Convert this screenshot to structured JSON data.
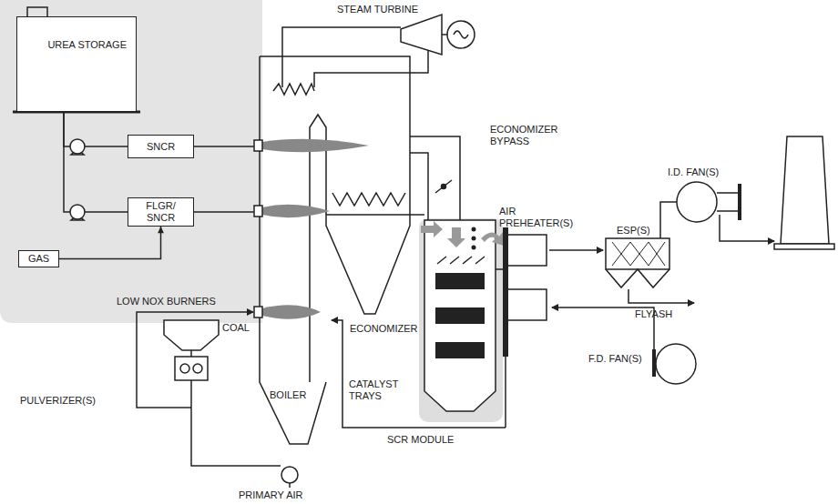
{
  "diagram": {
    "nodes": [
      {
        "text": [
          "UREA STORAGE"
        ]
      },
      {
        "text": [
          "SNCR"
        ]
      },
      {
        "text": [
          "FLGR/ SNCR"
        ]
      },
      {
        "text": [
          "GAS"
        ]
      }
    ],
    "edges": [
      {
        "from": 0,
        "to": 1,
        "arrow": "none"
      },
      {
        "from": 0,
        "to": 2,
        "arrow": "none"
      },
      {
        "from": 3,
        "to": 2,
        "arrow": "to"
      }
    ],
    "labels": [
      "STEAM TURBINE",
      "ECONOMIZER BYPASS",
      "AIR PREHEATER(S)",
      "I.D. FAN(S)",
      "ESP(S)",
      "FLYASH",
      "F.D. FAN(S)",
      "LOW NOX BURNERS",
      "COAL",
      "PULVERIZER(S)",
      "BOILER",
      "ECONOMIZER",
      "CATALYST TRAYS",
      "SCR MODULE",
      "PRIMARY AIR"
    ]
  }
}
